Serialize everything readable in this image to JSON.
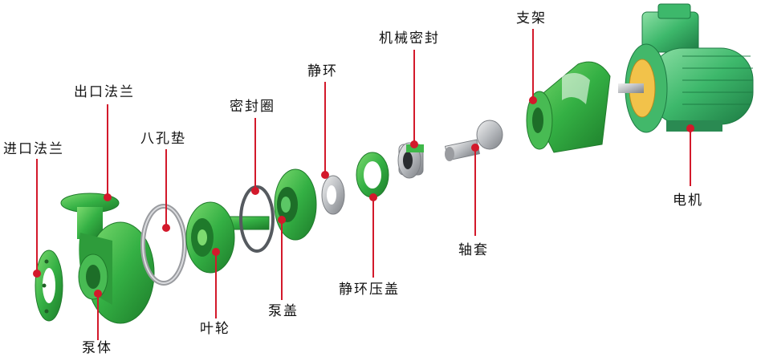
{
  "labels": {
    "inlet_flange": "进口法兰",
    "outlet_flange": "出口法兰",
    "gasket": "八孔垫",
    "seal_ring": "密封圈",
    "static_ring": "静环",
    "mech_seal": "机械密封",
    "bracket": "支架",
    "motor": "电机",
    "pump_body": "泵体",
    "impeller": "叶轮",
    "pump_cover": "泵盖",
    "static_ring_gland": "静环压盖",
    "shaft_sleeve": "轴套"
  },
  "colors": {
    "part_green": "#3fb84a",
    "dark_green": "#1f7a2b",
    "leader_red": "#d3192b",
    "metal": "#c9cbcf",
    "motor_green": "#2fa860"
  }
}
